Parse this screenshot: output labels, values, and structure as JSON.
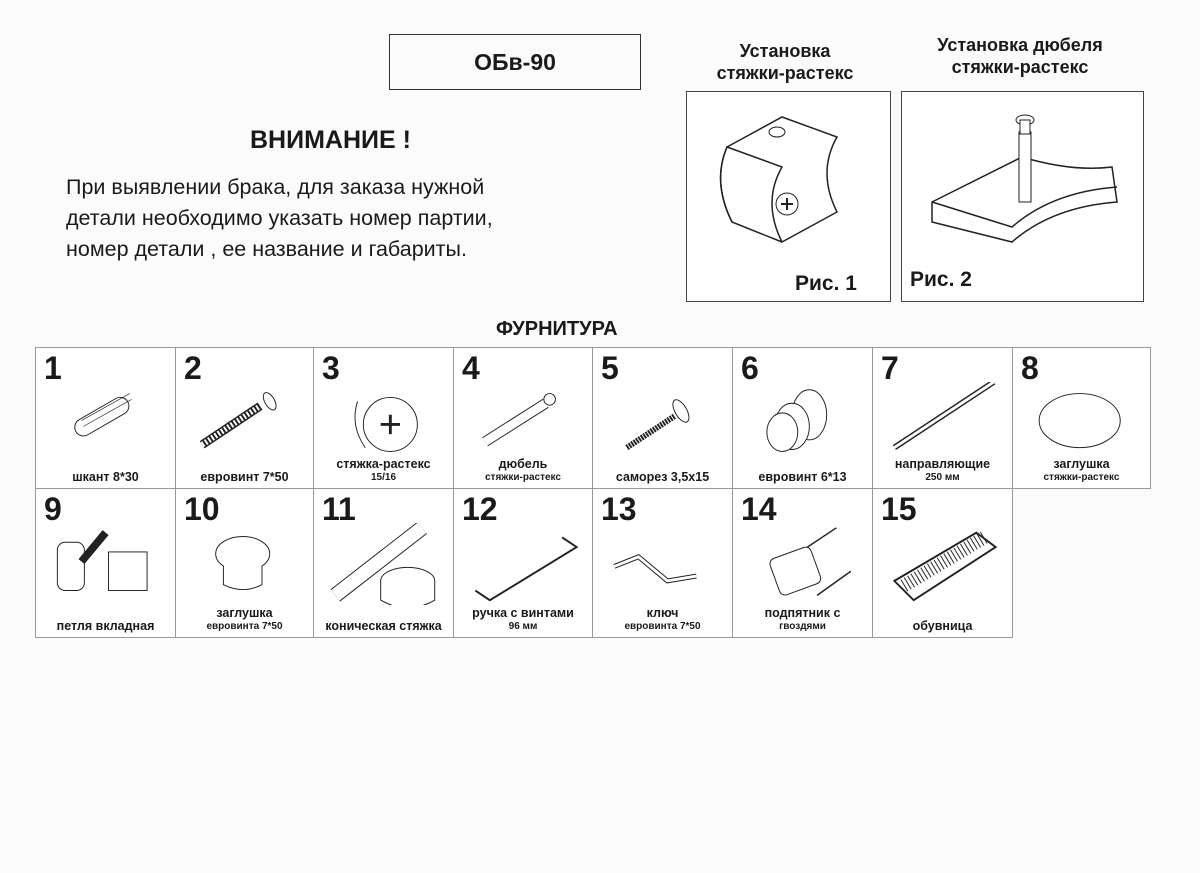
{
  "model": "ОБв-90",
  "figures": [
    {
      "title_line1": "Установка",
      "title_line2": "стяжки-растекс",
      "caption": "Рис. 1"
    },
    {
      "title_line1": "Установка дюбеля",
      "title_line2": "стяжки-растекс",
      "caption": "Рис. 2"
    }
  ],
  "warning": {
    "title": "ВНИМАНИЕ !",
    "line1": "При выявлении брака, для заказа нужной",
    "line2": "детали необходимо указать номер партии,",
    "line3": "номер детали , ее название и габариты."
  },
  "hardware": {
    "title": "ФУРНИТУРА",
    "items": [
      {
        "num": "1",
        "label": "шкант 8*30",
        "sub": ""
      },
      {
        "num": "2",
        "label": "евровинт 7*50",
        "sub": ""
      },
      {
        "num": "3",
        "label": "стяжка-растекс",
        "sub": "15/16"
      },
      {
        "num": "4",
        "label": "дюбель",
        "sub": "стяжки-растекс"
      },
      {
        "num": "5",
        "label": "саморез 3,5x15",
        "sub": ""
      },
      {
        "num": "6",
        "label": "евровинт 6*13",
        "sub": ""
      },
      {
        "num": "7",
        "label": "направляющие",
        "sub": "250 мм"
      },
      {
        "num": "8",
        "label": "заглушка",
        "sub": "стяжки-растекс"
      },
      {
        "num": "9",
        "label": "петля вкладная",
        "sub": ""
      },
      {
        "num": "10",
        "label": "заглушка",
        "sub": "евровинта 7*50"
      },
      {
        "num": "11",
        "label": "коническая стяжка",
        "sub": ""
      },
      {
        "num": "12",
        "label": "ручка с винтами",
        "sub": "96 мм"
      },
      {
        "num": "13",
        "label": "ключ",
        "sub": "евровинта 7*50"
      },
      {
        "num": "14",
        "label": "подпятник с",
        "sub": "гвоздями"
      },
      {
        "num": "15",
        "label": "обувница",
        "sub": ""
      }
    ]
  }
}
